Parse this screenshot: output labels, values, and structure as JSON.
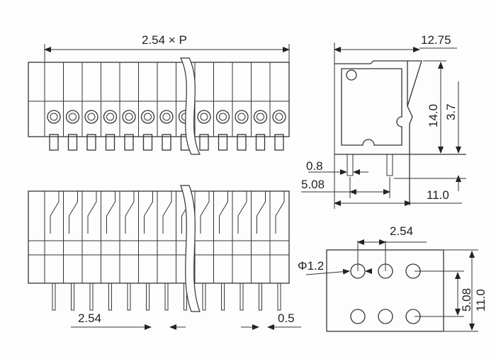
{
  "top_view": {
    "pitch_label": "2.54 × P"
  },
  "side_view": {
    "width_label": "12.75",
    "height_label": "14.0",
    "pin_length_label": "3.7",
    "pin_width_label": "0.8",
    "pin_spacing_label": "5.08",
    "depth_label": "11.0"
  },
  "front_view": {
    "pitch_label": "2.54",
    "pin_thickness_label": "0.5"
  },
  "pcb_layout": {
    "pitch_label": "2.54",
    "hole_label": "Φ1.2",
    "row_spacing_label": "5.08",
    "depth_label": "11.0"
  },
  "pin_count_shown": 13,
  "colors": {
    "line": "#333333",
    "background": "#fdfdfd"
  }
}
